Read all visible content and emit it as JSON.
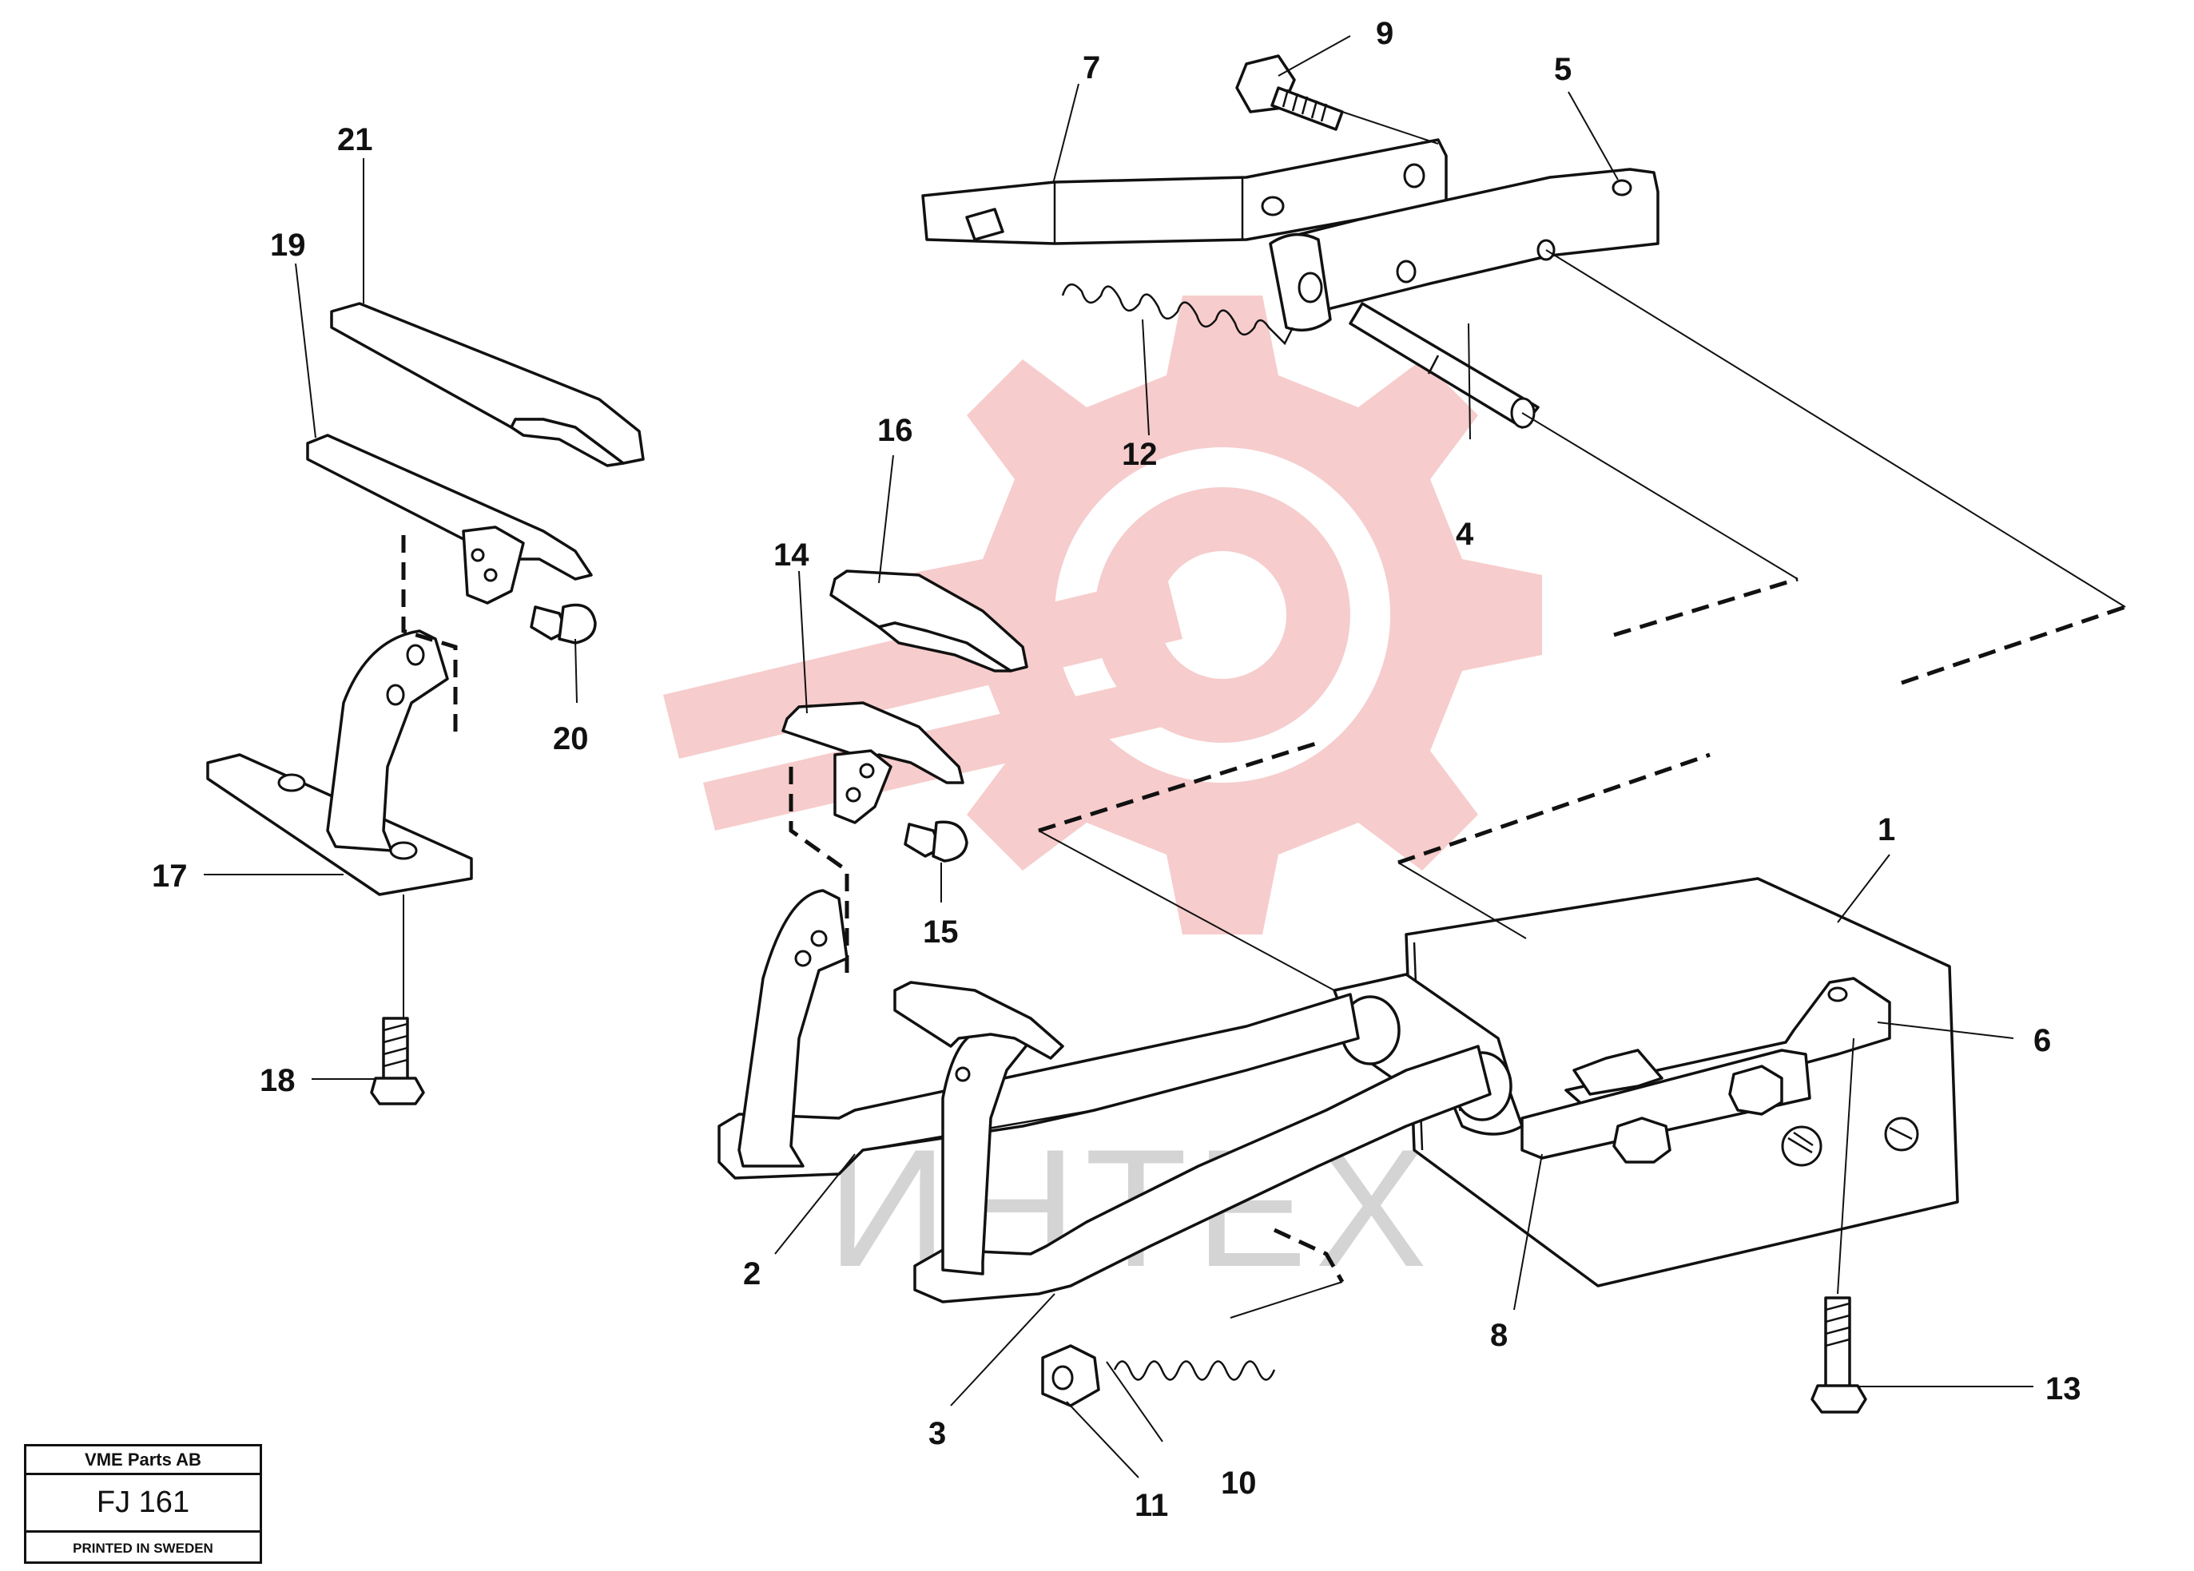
{
  "watermark": {
    "text": "ИНТЕХ",
    "gear_color": "#f6c7c7",
    "text_color": "#d4d4d4"
  },
  "callouts": [
    "1",
    "2",
    "3",
    "4",
    "5",
    "6",
    "7",
    "8",
    "9",
    "10",
    "11",
    "12",
    "13",
    "14",
    "15",
    "16",
    "17",
    "18",
    "19",
    "20",
    "21"
  ],
  "title_block": {
    "company": "VME Parts AB",
    "code": "FJ 161",
    "printed": "PRINTED IN SWEDEN"
  }
}
